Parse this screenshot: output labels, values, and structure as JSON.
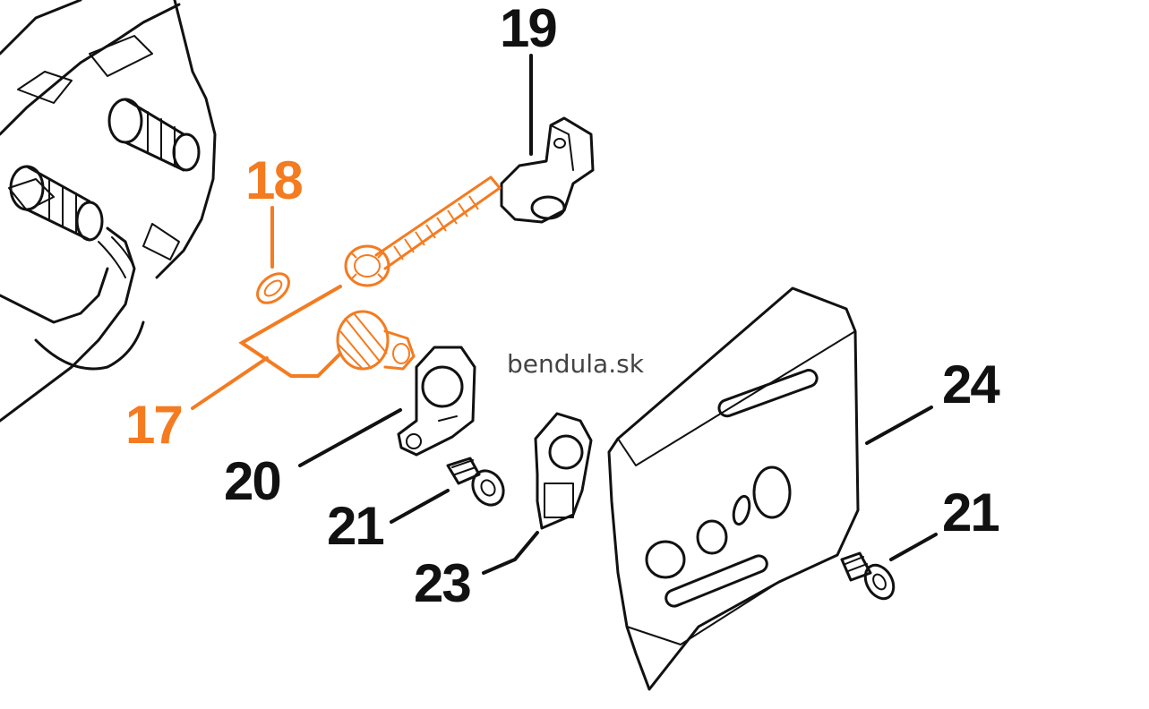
{
  "watermark": "bendula.sk",
  "colors": {
    "highlight": "#f47b20",
    "ink": "#111111",
    "watermark": "#444444"
  },
  "callouts": [
    {
      "id": "17",
      "text": "17",
      "highlighted": true
    },
    {
      "id": "18",
      "text": "18",
      "highlighted": true
    },
    {
      "id": "19",
      "text": "19",
      "highlighted": false
    },
    {
      "id": "20",
      "text": "20",
      "highlighted": false
    },
    {
      "id": "21a",
      "text": "21",
      "highlighted": false
    },
    {
      "id": "21b",
      "text": "21",
      "highlighted": false
    },
    {
      "id": "23",
      "text": "23",
      "highlighted": false
    },
    {
      "id": "24",
      "text": "24",
      "highlighted": false
    }
  ]
}
